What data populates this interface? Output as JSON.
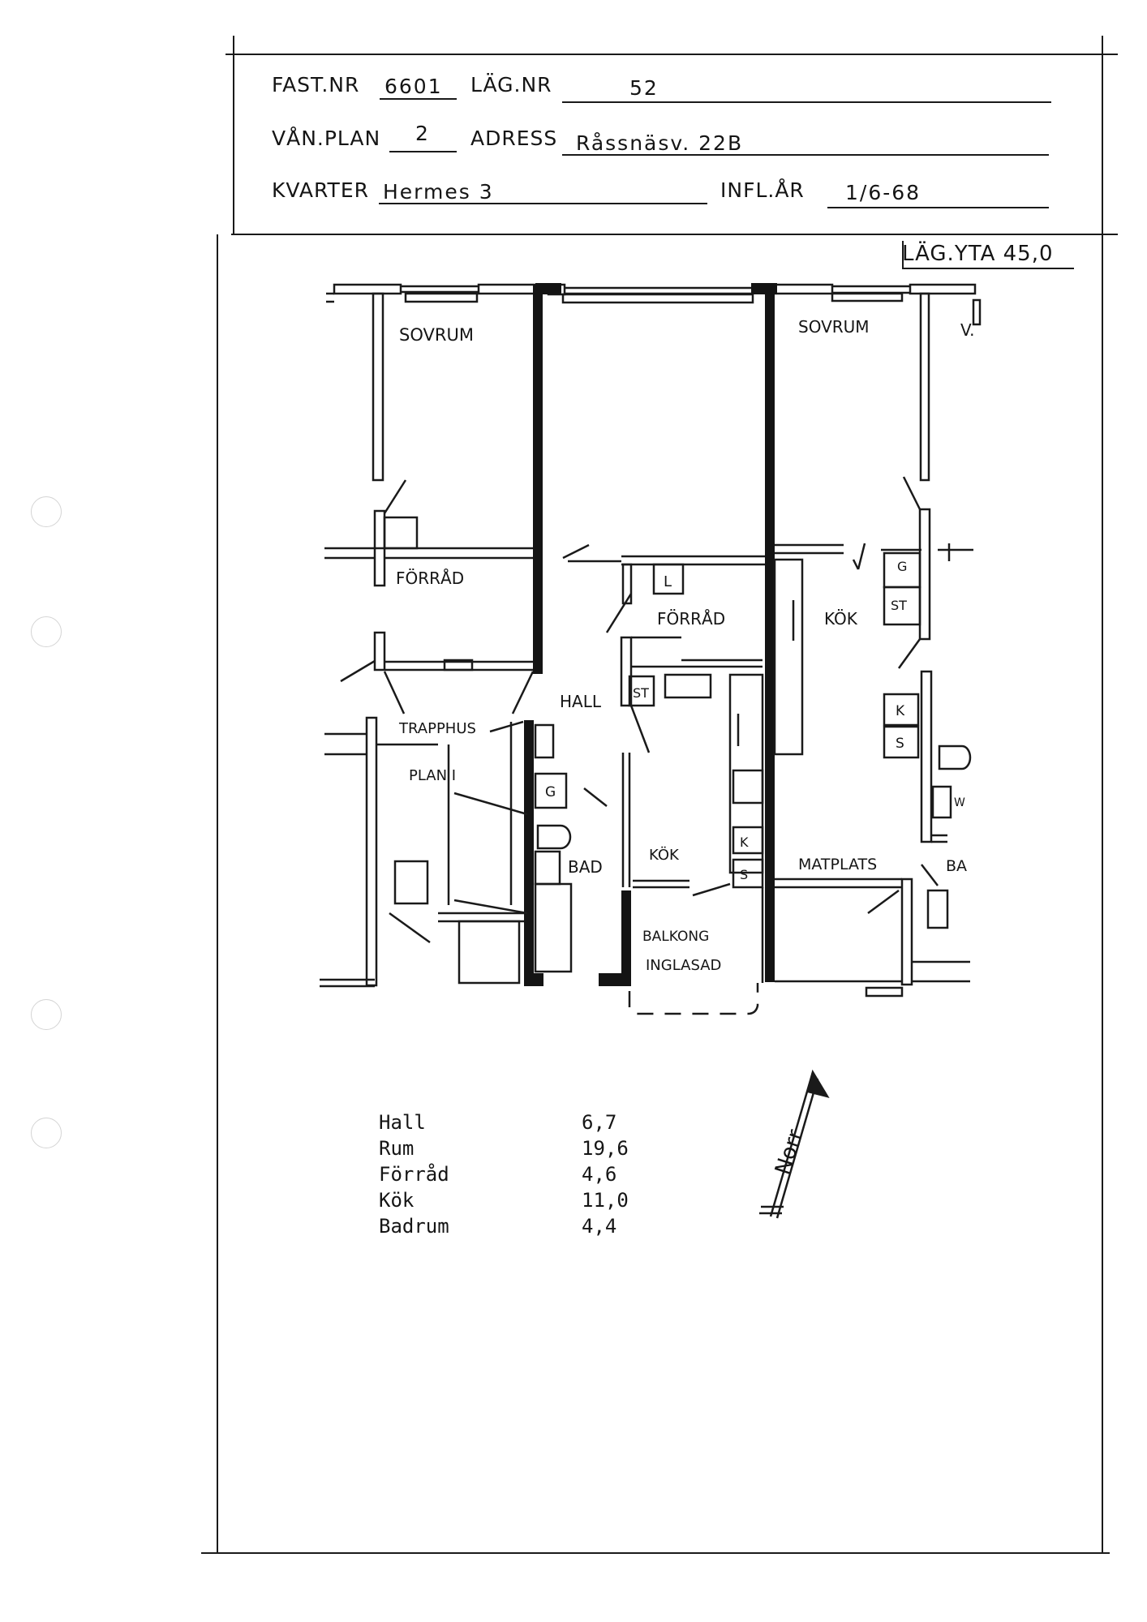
{
  "header": {
    "fast_nr_label": "FAST.NR",
    "fast_nr_value": "6601",
    "lag_nr_label": "LÄG.NR",
    "lag_nr_value": "52",
    "van_plan_label": "VÅN.PLAN",
    "van_plan_value": "2",
    "adress_label": "ADRESS",
    "adress_value": "Råssnäsv. 22B",
    "kvarter_label": "KVARTER",
    "kvarter_value": "Hermes 3",
    "infl_ar_label": "INFL.ÅR",
    "infl_ar_value": "1/6-68"
  },
  "area_total": {
    "label": "LÄG.YTA",
    "value": "45,0"
  },
  "plan_labels": {
    "sovrum_left": "SOVRUM",
    "sovrum_right": "SOVRUM",
    "sovrum_right_cut": "V.",
    "forrad_left": "FÖRRÅD",
    "forrad_center": "FÖRRÅD",
    "kok_right": "KÖK",
    "hall": "HALL",
    "trapphus": "TRAPPHUS",
    "plan_i": "PLAN I",
    "bad": "BAD",
    "kok_center": "KÖK",
    "matplats": "MATPLATS",
    "ba_cut": "BA",
    "balkong": "BALKONG",
    "inglasad": "INGLASAD",
    "l": "L",
    "st_center": "ST",
    "g_left": "G",
    "k_center": "K",
    "s_center": "S",
    "g_right": "G",
    "st_right": "ST",
    "k_right": "K",
    "s_right": "S",
    "wc_cut": "W"
  },
  "rooms": [
    {
      "name": "Hall",
      "area": "6,7"
    },
    {
      "name": "Rum",
      "area": "19,6"
    },
    {
      "name": "Förråd",
      "area": "4,6"
    },
    {
      "name": "Kök",
      "area": "11,0"
    },
    {
      "name": "Badrum",
      "area": "4,4"
    }
  ],
  "north_label": "Norr"
}
